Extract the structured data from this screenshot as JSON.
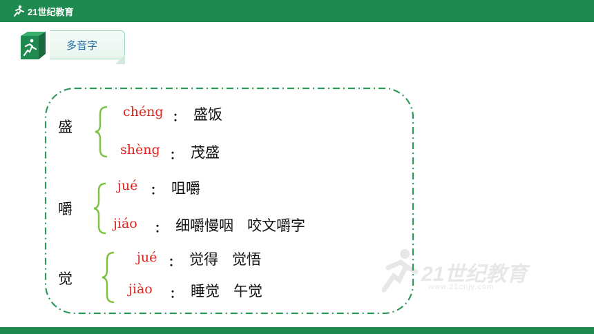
{
  "header": {
    "brand": "21世纪教育",
    "brand_color": "#1f8a4f"
  },
  "section": {
    "title": "多音字"
  },
  "watermark": {
    "brand": "21世纪教育",
    "url": "www.21cnjy.com"
  },
  "entries": [
    {
      "char": "盛",
      "readings": [
        {
          "pinyin": "chéng",
          "words": "盛饭"
        },
        {
          "pinyin": "shèng",
          "words": "茂盛"
        }
      ]
    },
    {
      "char": "嚼",
      "readings": [
        {
          "pinyin": "jué",
          "words": "咀嚼"
        },
        {
          "pinyin": "jiáo",
          "words": "细嚼慢咽   咬文嚼字"
        }
      ]
    },
    {
      "char": "觉",
      "readings": [
        {
          "pinyin": "jué",
          "words": "觉得   觉悟"
        },
        {
          "pinyin": "jiào",
          "words": "睡觉   午觉"
        }
      ]
    }
  ],
  "colon": "："
}
